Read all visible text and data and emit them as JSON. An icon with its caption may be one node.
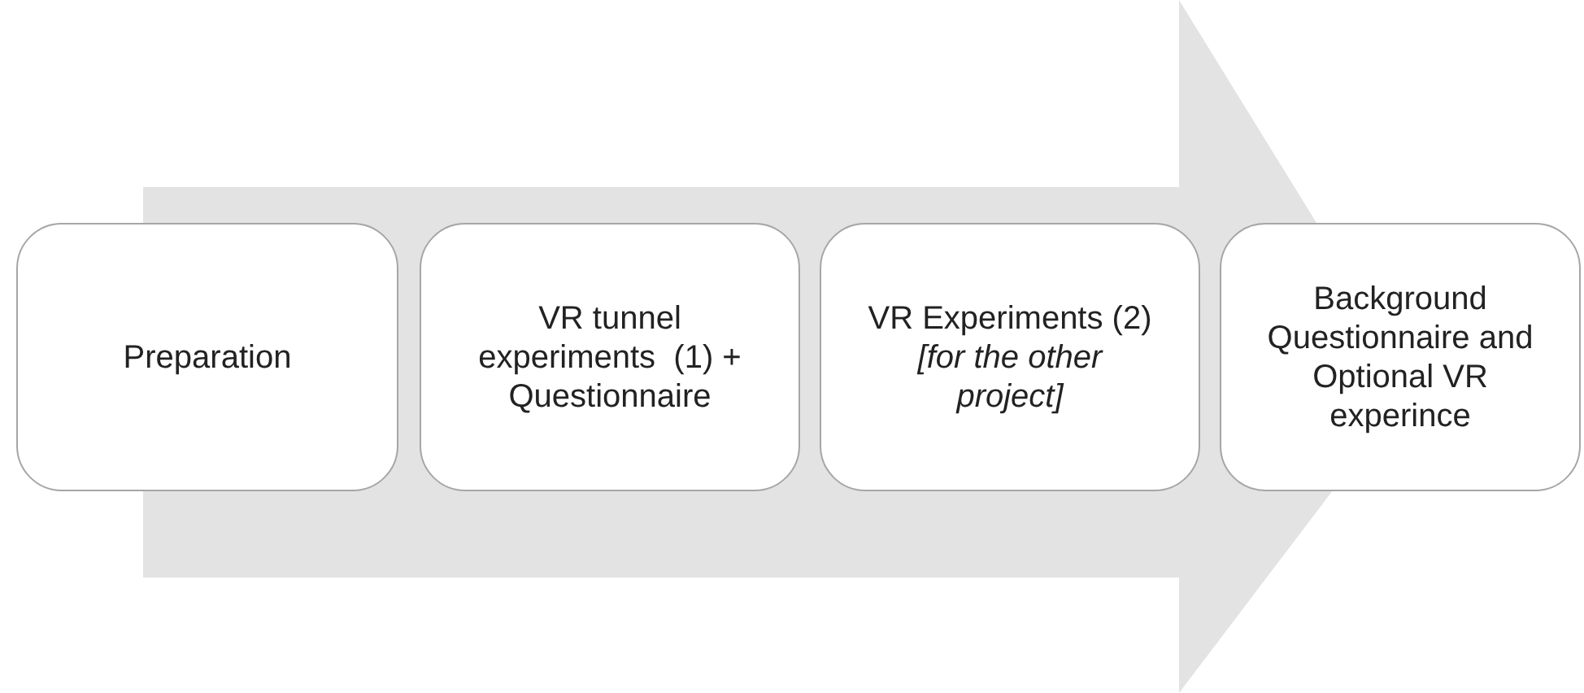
{
  "diagram": {
    "nodes": [
      {
        "text": [
          "Preparation"
        ]
      },
      {
        "text": [
          "VR tunnel experiments  (1) + Questionnaire"
        ]
      },
      {
        "text": [
          "VR Experiments (2) *[for the other project]*"
        ]
      },
      {
        "text": [
          "Background Questionnaire and Optional VR experince"
        ]
      }
    ],
    "edges": [
      {
        "from": 0,
        "to": 3,
        "arrow": "to"
      }
    ]
  }
}
